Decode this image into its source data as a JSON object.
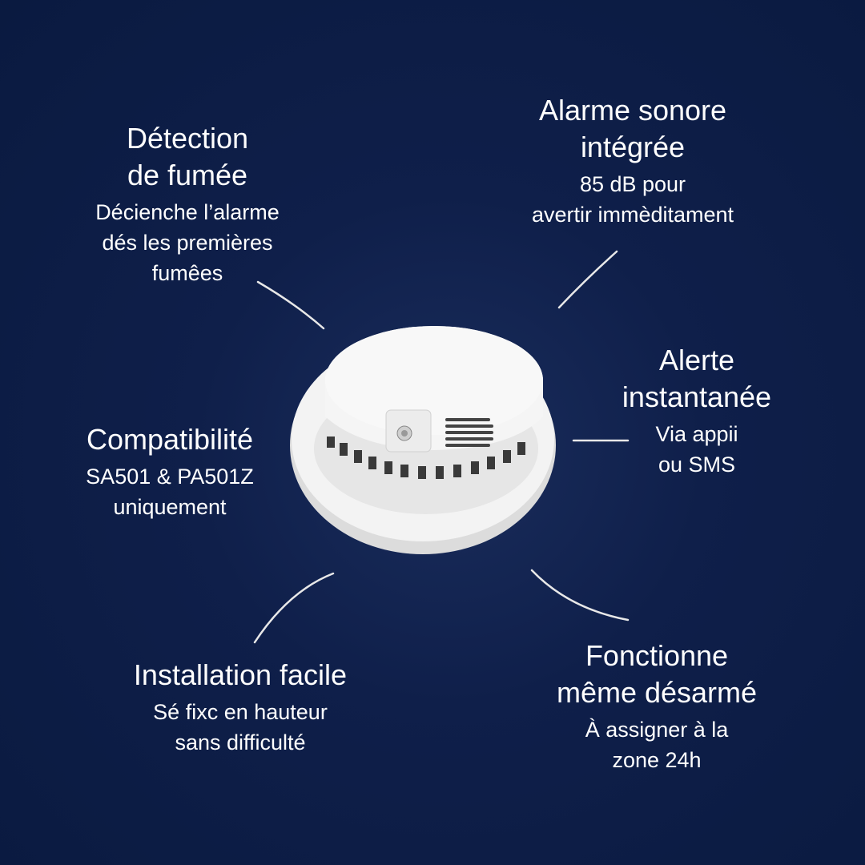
{
  "colors": {
    "background": "#0c1b42",
    "text": "#ffffff",
    "device": "#f2f2f2"
  },
  "features": [
    {
      "title": "Détection\nde fumée",
      "desc": "Décienche l’alarme\ndés les premières\nfumêes"
    },
    {
      "title": "Alarme sonore\nintégrée",
      "desc": "85 dB pour\navertir immèditament"
    },
    {
      "title": "Alerte\ninstantanée",
      "desc": "Via appii\nou SMS"
    },
    {
      "title": "Compatibilité",
      "desc": "SA501 & PA501Z\nuniquement"
    },
    {
      "title": "Installation facile",
      "desc": "Sé fixc en hauteur\nsans difficulté"
    },
    {
      "title": "Fonctionne\nmême désarmé",
      "desc": "À assigner à la\nzone 24h"
    }
  ]
}
